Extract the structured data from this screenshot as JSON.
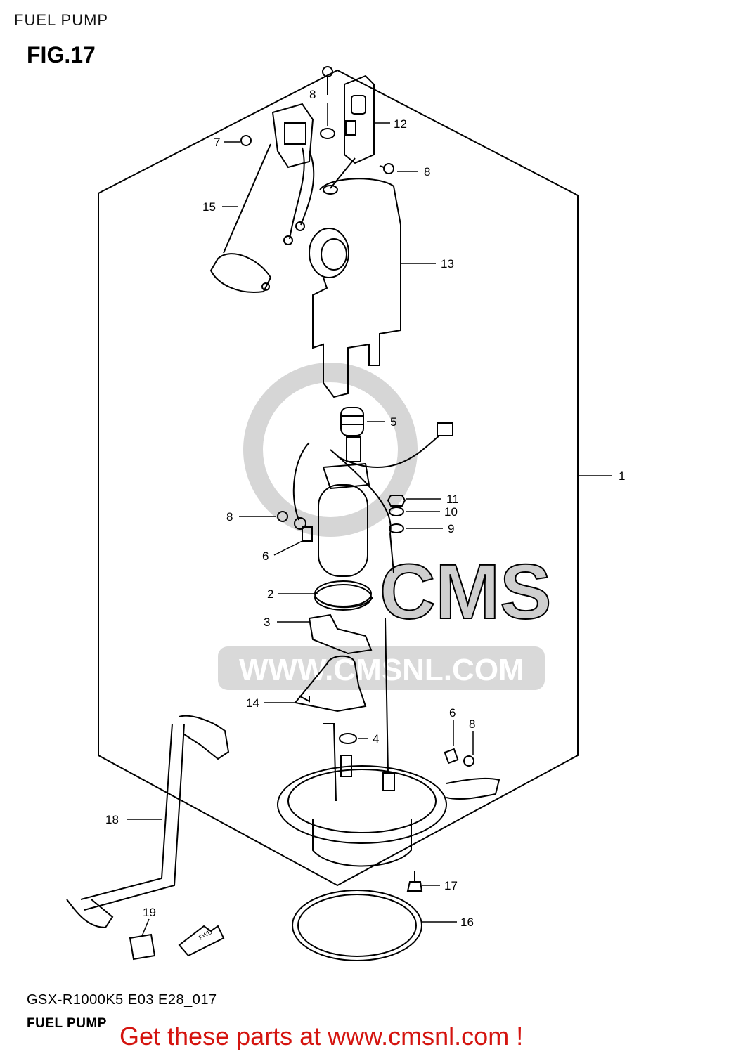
{
  "header": {
    "section_title": "FUEL PUMP",
    "figure_number": "FIG.17"
  },
  "footer": {
    "model_code": "GSX-R1000K5 E03 E28_017",
    "caption": "FUEL PUMP",
    "promo_text": "Get these parts at www.cmsnl.com !"
  },
  "watermark": {
    "brand": "CMS",
    "url": "WWW.CMSNL.COM"
  },
  "callouts": {
    "c1": "1",
    "c2": "2",
    "c3": "3",
    "c4": "4",
    "c5": "5",
    "c6a": "6",
    "c6b": "6",
    "c7": "7",
    "c8a": "8",
    "c8b": "8",
    "c8c": "8",
    "c8d": "8",
    "c9": "9",
    "c10": "10",
    "c11": "11",
    "c12": "12",
    "c13": "13",
    "c14": "14",
    "c15": "15",
    "c16": "16",
    "c17": "17",
    "c18": "18",
    "c19": "19"
  },
  "arrow_label": "FWD",
  "colors": {
    "promo": "#d4140f",
    "watermark": "#cfcfcf",
    "line": "#000000"
  }
}
